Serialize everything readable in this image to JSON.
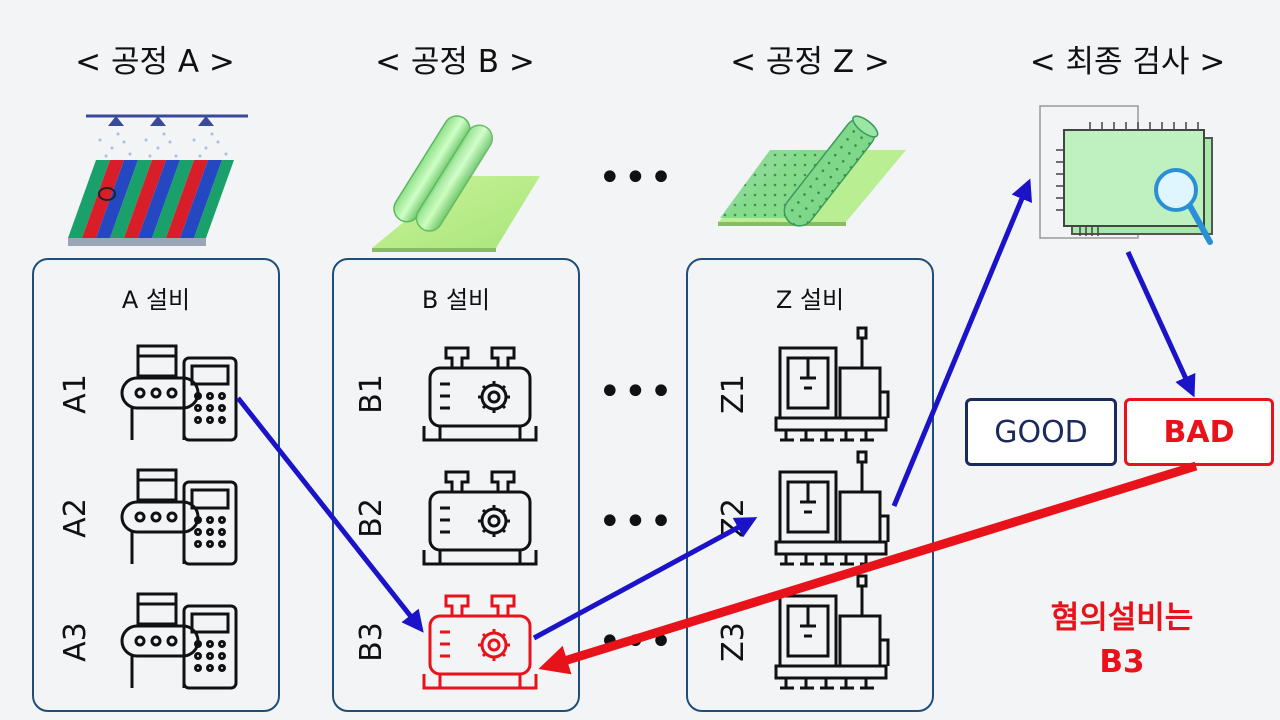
{
  "process_titles": [
    "< 공정 A >",
    "< 공정 B >",
    "< 공정 Z >",
    "< 최종 검사 >"
  ],
  "equipment_groups": [
    {
      "title": "A 설비",
      "units": [
        "A1",
        "A2",
        "A3"
      ]
    },
    {
      "title": "B 설비",
      "units": [
        "B1",
        "B2",
        "B3"
      ]
    },
    {
      "title": "Z 설비",
      "units": [
        "Z1",
        "Z2",
        "Z3"
      ]
    }
  ],
  "results": {
    "good": "GOOD",
    "bad": "BAD"
  },
  "conclusion": {
    "line1": "혐의설비는",
    "line2": "B3"
  },
  "colors": {
    "panel_border": "#1f4e79",
    "flow_arrow": "#1a13c8",
    "fault": "#e8121a",
    "good_border": "#1a2a5a"
  },
  "icons": [
    "spray-coating-icon",
    "roller-icon",
    "perforated-roller-icon",
    "circuit-board-inspection-icon",
    "conveyor-machine-icon",
    "motor-pump-icon",
    "cnc-machine-icon"
  ]
}
